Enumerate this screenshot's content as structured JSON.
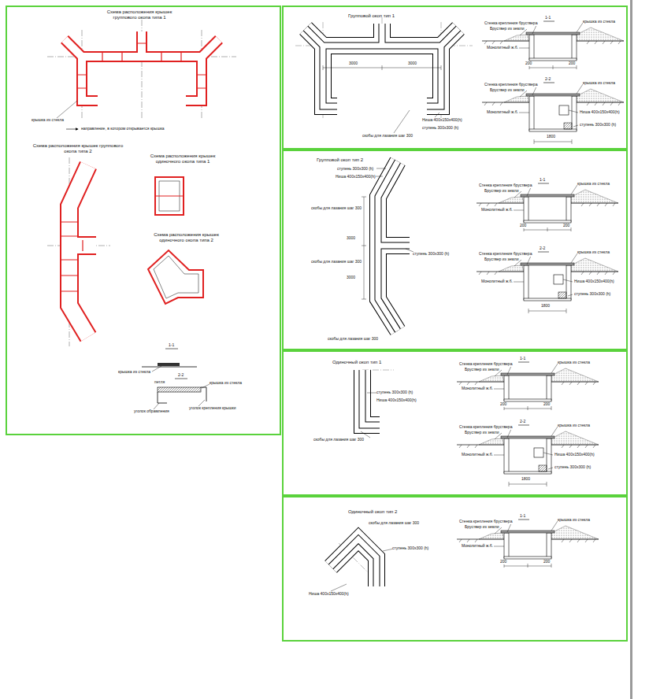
{
  "diagram": {
    "nodes": [
      {
        "text": [
          "Схема расположения крышек группового окопа типа 1",
          "Схема расположения крышек группового окопа типа 2",
          "Схема расположения крышек одиночного окопа типа 1",
          "Схема расположения крышек одиночного окопа типа 2"
        ]
      },
      {
        "text": [
          "Групповой окоп тип 1"
        ]
      },
      {
        "text": [
          "Групповой окоп тип 2"
        ]
      },
      {
        "text": [
          "Одиночный окоп тип 1"
        ]
      },
      {
        "text": [
          "Одиночный окоп тип 2"
        ]
      }
    ],
    "labels": [
      "крышка из стекла",
      "направление, в котором открывается крышка",
      "1-1",
      "крышка из стекла",
      "2-2",
      "петля",
      "крышка из стекла",
      "уголок обрамления",
      "уголок крепления крышки",
      "3000",
      "3000",
      "скобы для лазания шаг 300",
      "Ниша 400х150х400(h)",
      "ступень 300х300 (h)",
      "1-1",
      "Стенка крепления бруствера",
      "Бруствер из земли",
      "крышка из стекла",
      "Монолитный ж.б.",
      "200",
      "200",
      "2-2",
      "Стенка крепления бруствера",
      "Бруствер из земли",
      "крышка из стекла",
      "Монолитный ж.б.",
      "Ниша 400х150х400(h)",
      "ступень 300х300 (h)",
      "1800",
      "ступень 300х300 (h)",
      "Ниша 400х150х400(h)",
      "скобы для лазания шаг 300",
      "3000",
      "3000",
      "скобы для лазания шаг 300",
      "ступень 300х300 (h)",
      "скобы для лазания шаг 300",
      "1-1",
      "Стенка крепления бруствера",
      "Бруствер из земли",
      "крышка из стекла",
      "Монолитный ж.б.",
      "200",
      "200",
      "2-2",
      "Стенка крепления бруствера",
      "Бруствер из земли",
      "крышка из стекла",
      "Монолитный ж.б.",
      "Ниша 400х150х400(h)",
      "ступень 300х300 (h)",
      "1800",
      "ступень 300х300 (h)",
      "Ниша 400х150х400(h)",
      "скобы для лазания шаг 300",
      "1-1",
      "Стенка крепления бруствера",
      "Бруствер из земли",
      "крышка из стекла",
      "Монолитный ж.б.",
      "200",
      "200",
      "2-2",
      "Стенка крепления бруствера",
      "Бруствер из земли",
      "крышка из стекла",
      "Монолитный ж.б.",
      "Ниша 400х150х400(h)",
      "ступень 300х300 (h)",
      "1800",
      "скобы для лазания шаг 300",
      "ступень 300х300 (h)",
      "Ниша 400х150х400(h)",
      "1-1",
      "Стенка крепления бруствера",
      "Бруствер из земли",
      "крышка из стекла",
      "Монолитный ж.б.",
      "200",
      "200"
    ]
  }
}
